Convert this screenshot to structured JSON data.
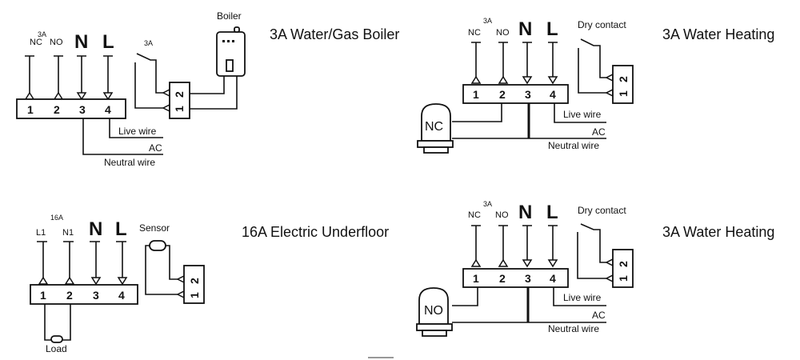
{
  "diagrams": [
    {
      "title": "3A Water/Gas Boiler",
      "rating": "3A",
      "top_labels": [
        "NC",
        "NO",
        "N",
        "L"
      ],
      "terminals": [
        "1",
        "2",
        "3",
        "4"
      ],
      "switch_rating": "3A",
      "device_label": "Boiler",
      "relay_terminals": [
        "1",
        "2"
      ],
      "wire_labels": [
        "Live wire",
        "AC",
        "Neutral wire"
      ]
    },
    {
      "title": "3A Water Heating",
      "rating": "3A",
      "top_labels": [
        "NC",
        "NO",
        "N",
        "L"
      ],
      "terminals": [
        "1",
        "2",
        "3",
        "4"
      ],
      "contact_label": "Dry contact",
      "valve_label": "NC",
      "relay_terminals": [
        "1",
        "2"
      ],
      "wire_labels": [
        "Live wire",
        "AC",
        "Neutral wire"
      ]
    },
    {
      "title": "16A Electric Underfloor",
      "rating": "16A",
      "top_labels": [
        "L1",
        "N1",
        "N",
        "L"
      ],
      "terminals": [
        "1",
        "2",
        "3",
        "4"
      ],
      "sensor_label": "Sensor",
      "load_label": "Load",
      "relay_terminals": [
        "1",
        "2"
      ]
    },
    {
      "title": "3A Water Heating",
      "rating": "3A",
      "top_labels": [
        "NC",
        "NO",
        "N",
        "L"
      ],
      "terminals": [
        "1",
        "2",
        "3",
        "4"
      ],
      "contact_label": "Dry contact",
      "valve_label": "NO",
      "relay_terminals": [
        "1",
        "2"
      ],
      "wire_labels": [
        "Live wire",
        "AC",
        "Neutral wire"
      ]
    }
  ]
}
